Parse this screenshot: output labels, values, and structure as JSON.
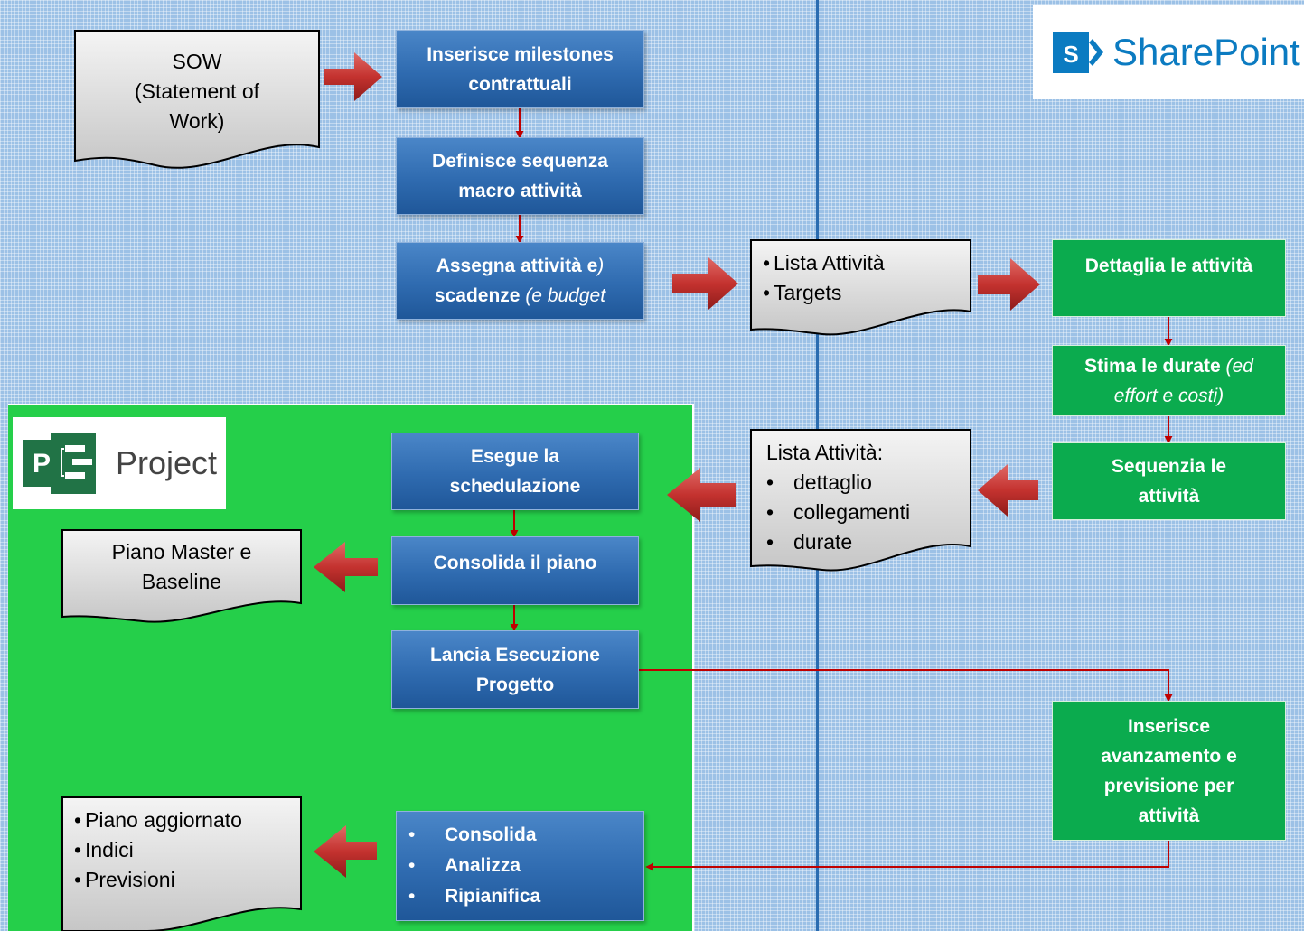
{
  "colors": {
    "sharepoint_blue": "#0b7bc1",
    "project_green": "#217346",
    "box_blue": "#2f6bb0",
    "box_green": "#0bab4e",
    "arrow_red": "#c00000"
  },
  "logos": {
    "sharepoint": {
      "icon": "sharepoint-s-icon",
      "letter": "S",
      "name": "SharePoint"
    },
    "project": {
      "icon": "project-p-icon",
      "letter": "P",
      "name": "Project"
    }
  },
  "docs": {
    "sow": [
      "SOW",
      "(Statement of",
      "Work)"
    ],
    "targets": [
      "Lista Attività",
      "Targets"
    ],
    "detail": {
      "title": "Lista Attività:",
      "items": [
        "dettaglio",
        "collegamenti",
        "durate"
      ]
    },
    "master": [
      "Piano Master e",
      "Baseline"
    ],
    "updated": [
      "Piano aggiornato",
      "Indici",
      "Previsioni"
    ]
  },
  "bullet": "•",
  "blue_boxes": {
    "milestones": [
      "Inserisce milestones",
      "contrattuali"
    ],
    "sequence": [
      "Definisce sequenza",
      "macro attività"
    ],
    "assign": {
      "line1": "Assegna attività e",
      "line1_end": ")",
      "line2": "scadenze",
      "line2_italic": " (e budget"
    },
    "schedule": [
      "Esegue la",
      "schedulazione"
    ],
    "consolidate": "Consolida il piano",
    "launch": [
      "Lancia Esecuzione",
      "Progetto"
    ],
    "analyze": [
      "Consolida",
      "Analizza",
      "Ripianifica"
    ]
  },
  "green_boxes": {
    "detail": "Dettaglia le attività",
    "estimate": {
      "bold": "Stima le durate",
      "italic1": " (ed",
      "italic2": "effort e costi)"
    },
    "sequence": [
      "Sequenzia le",
      "attività"
    ],
    "progress": [
      "Inserisce",
      "avanzamento e",
      "previsione per",
      "attività"
    ]
  }
}
